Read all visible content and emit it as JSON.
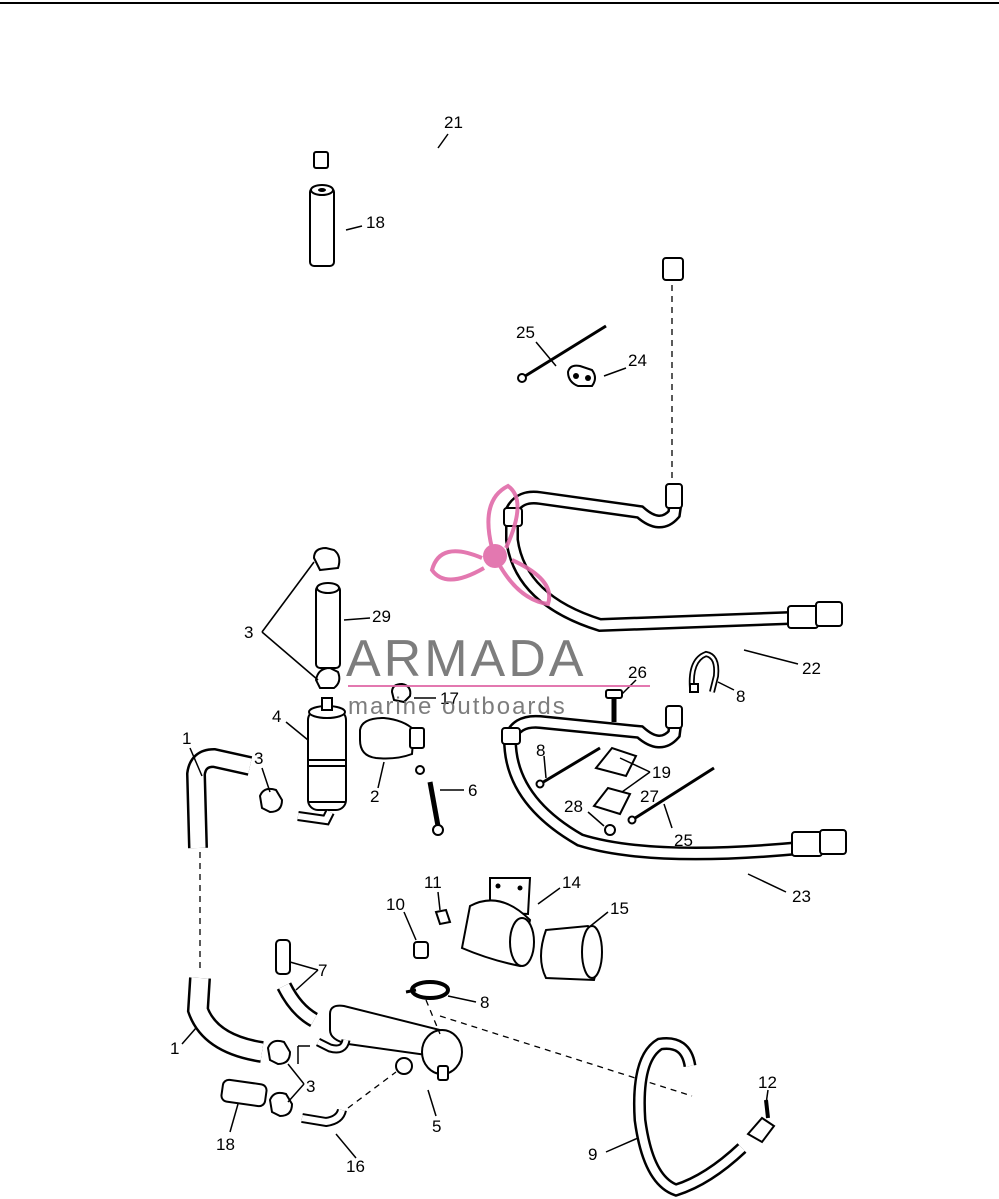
{
  "labels": {
    "n21": "21",
    "n18a": "18",
    "n25a": "25",
    "n24": "24",
    "n29": "29",
    "n3a": "3",
    "n22": "22",
    "n8a": "8",
    "n26": "26",
    "n17": "17",
    "n4": "4",
    "n1a": "1",
    "n3b": "3",
    "n2": "2",
    "n6": "6",
    "n8b": "8",
    "n19": "19",
    "n28": "28",
    "n27": "27",
    "n25b": "25",
    "n23": "23",
    "n11": "11",
    "n14": "14",
    "n10": "10",
    "n15": "15",
    "n7": "7",
    "n8c": "8",
    "n1b": "1",
    "n3c": "3",
    "n12": "12",
    "n18b": "18",
    "n5": "5",
    "n16": "16",
    "n9": "9"
  },
  "watermark": {
    "brand": "ARMADA",
    "tagline": "marine outboards",
    "color": "#e06aa8"
  }
}
